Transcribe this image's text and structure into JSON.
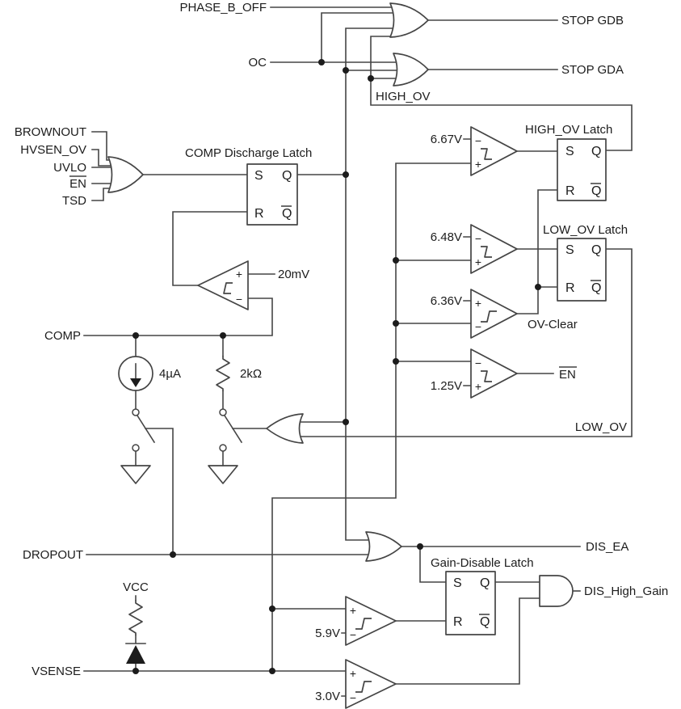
{
  "signals": {
    "phase_b_off": "PHASE_B_OFF",
    "oc": "OC",
    "stop_gdb": "STOP GDB",
    "stop_gda": "STOP GDA",
    "high_ov": "HIGH_OV",
    "brownout": "BROWNOUT",
    "hvsen_ov": "HVSEN_OV",
    "uvlo": "UVLO",
    "en_in": "EN",
    "tsd": "TSD",
    "comp": "COMP",
    "low_ov": "LOW_OV",
    "ov_clear": "OV-Clear",
    "en_out": "EN",
    "dropout": "DROPOUT",
    "dis_ea": "DIS_EA",
    "dis_high_gain": "DIS_High_Gain",
    "vcc": "VCC",
    "vsense": "VSENSE"
  },
  "latches": {
    "comp_discharge": {
      "title": "COMP Discharge Latch"
    },
    "high_ov": {
      "title": "HIGH_OV Latch"
    },
    "low_ov": {
      "title": "LOW_OV Latch"
    },
    "gain_disable": {
      "title": "Gain-Disable Latch"
    },
    "ports": {
      "s": "S",
      "r": "R",
      "q": "Q",
      "qb": "Q"
    }
  },
  "thresholds": {
    "t667": "6.67V",
    "t648": "6.48V",
    "t636": "6.36V",
    "t125": "1.25V",
    "t59": "5.9V",
    "t30": "3.0V",
    "t20mv": "20mV"
  },
  "components": {
    "current_source": "4µA",
    "resistor": "2kΩ"
  },
  "signs": {
    "plus": "+",
    "minus": "−"
  },
  "colors": {
    "wire": "#454545",
    "text": "#1c1c1c",
    "background": "#ffffff"
  }
}
